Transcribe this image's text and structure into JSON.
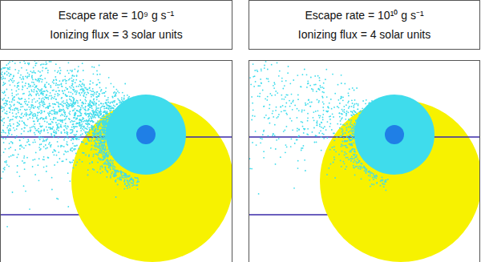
{
  "diagram": {
    "nodes": [
      {
        "text": [
          "Escape rate = 10⁹ g s⁻¹",
          "Ionizing flux = 3 solar units"
        ]
      },
      {
        "text": [
          "Escape rate = 10¹⁰ g s⁻¹",
          "Ionizing flux = 4 solar units"
        ]
      }
    ]
  }
}
